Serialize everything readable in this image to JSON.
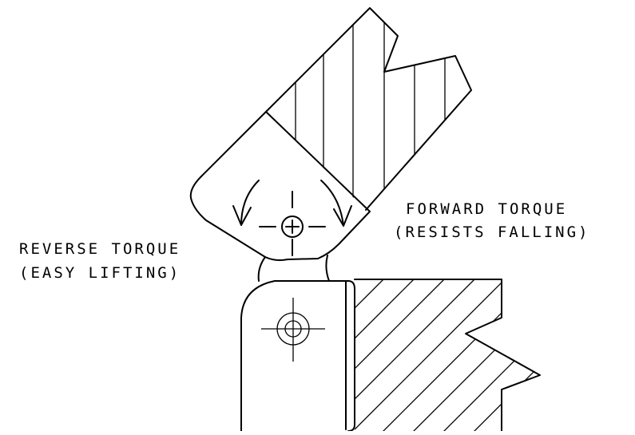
{
  "labels": {
    "forward_line1": "FORWARD TORQUE",
    "forward_line2": "(RESISTS FALLING)",
    "reverse_line1": "REVERSE TORQUE",
    "reverse_line2": "(EASY LIFTING)"
  },
  "colors": {
    "stroke": "#000000",
    "background": "#ffffff"
  },
  "icons": [
    "pivot-cross-icon",
    "curved-arrow-left-icon",
    "curved-arrow-right-icon"
  ]
}
